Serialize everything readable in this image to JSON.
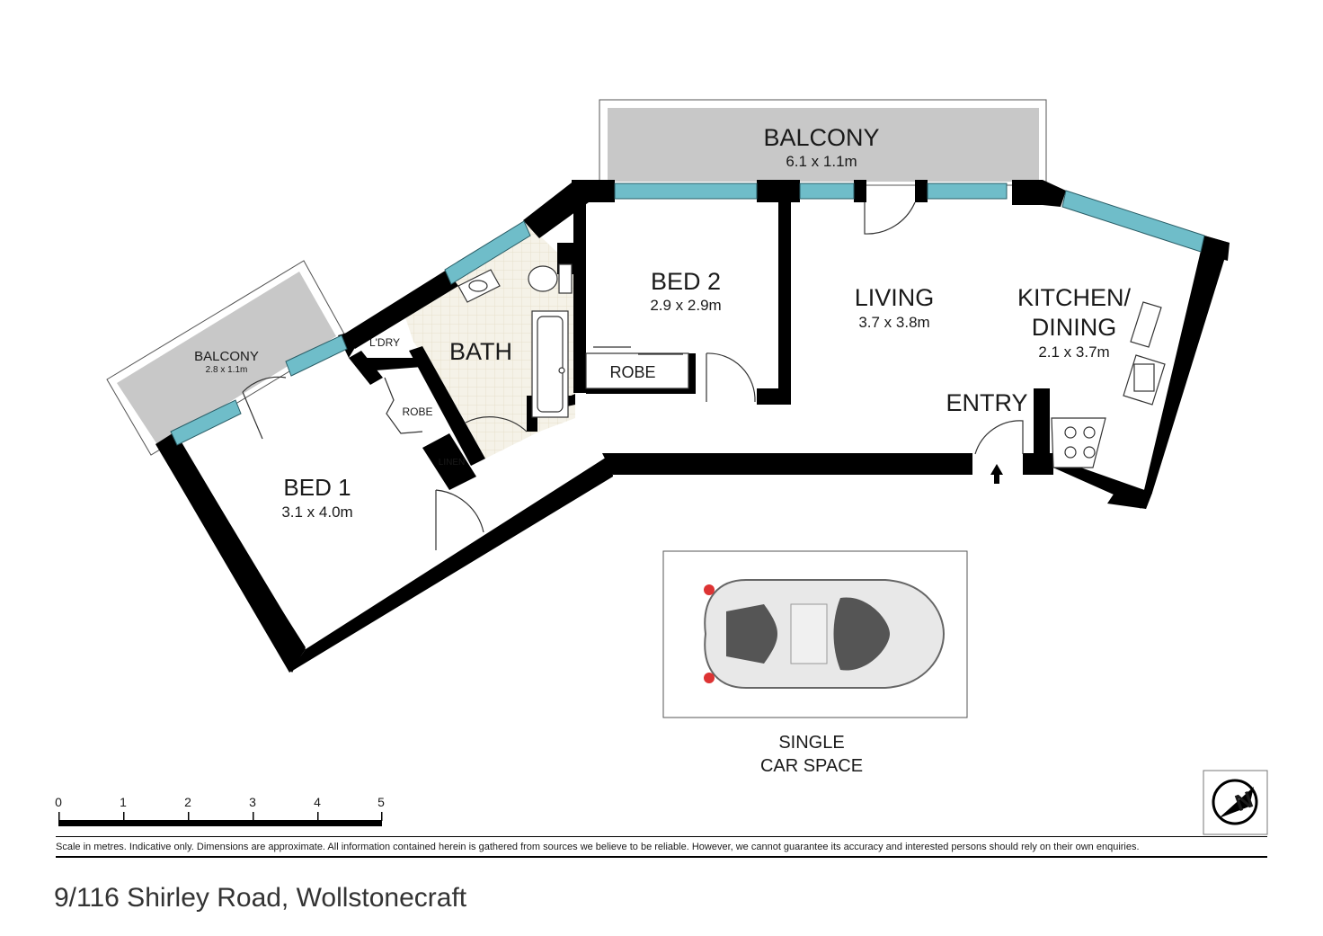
{
  "rooms": {
    "balcony_main": {
      "name": "BALCONY",
      "dim": "6.1 x 1.1m"
    },
    "balcony_bed1": {
      "name": "BALCONY",
      "dim": "2.8 x 1.1m"
    },
    "bed1": {
      "name": "BED 1",
      "dim": "3.1 x 4.0m"
    },
    "bed2": {
      "name": "BED 2",
      "dim": "2.9 x 2.9m"
    },
    "bath": {
      "name": "BATH"
    },
    "living": {
      "name": "LIVING",
      "dim": "3.7 x 3.8m"
    },
    "kitchen": {
      "name_line1": "KITCHEN/",
      "name_line2": "DINING",
      "dim": "2.1 x 3.7m"
    },
    "entry": {
      "name": "ENTRY"
    },
    "laundry": {
      "name": "L'DRY"
    },
    "robe_bed1": {
      "name": "ROBE"
    },
    "robe_bed2": {
      "name": "ROBE"
    },
    "linen": {
      "name": "LINEN"
    }
  },
  "car_space": {
    "line1": "SINGLE",
    "line2": "CAR SPACE"
  },
  "scale": {
    "ticks": [
      "0",
      "1",
      "2",
      "3",
      "4",
      "5"
    ]
  },
  "disclaimer": "Scale in metres. Indicative only. Dimensions are approximate. All information contained herein is gathered from sources we believe to be reliable. However, we cannot guarantee its accuracy and interested persons should rely on their own enquiries.",
  "address": "9/116 Shirley Road, Wollstonecraft",
  "compass": {
    "letter": "N"
  },
  "colors": {
    "wall": "#000000",
    "window": "#6fbdc9",
    "balcony": "#c8c8c8",
    "tile": "#f3f0e6"
  }
}
